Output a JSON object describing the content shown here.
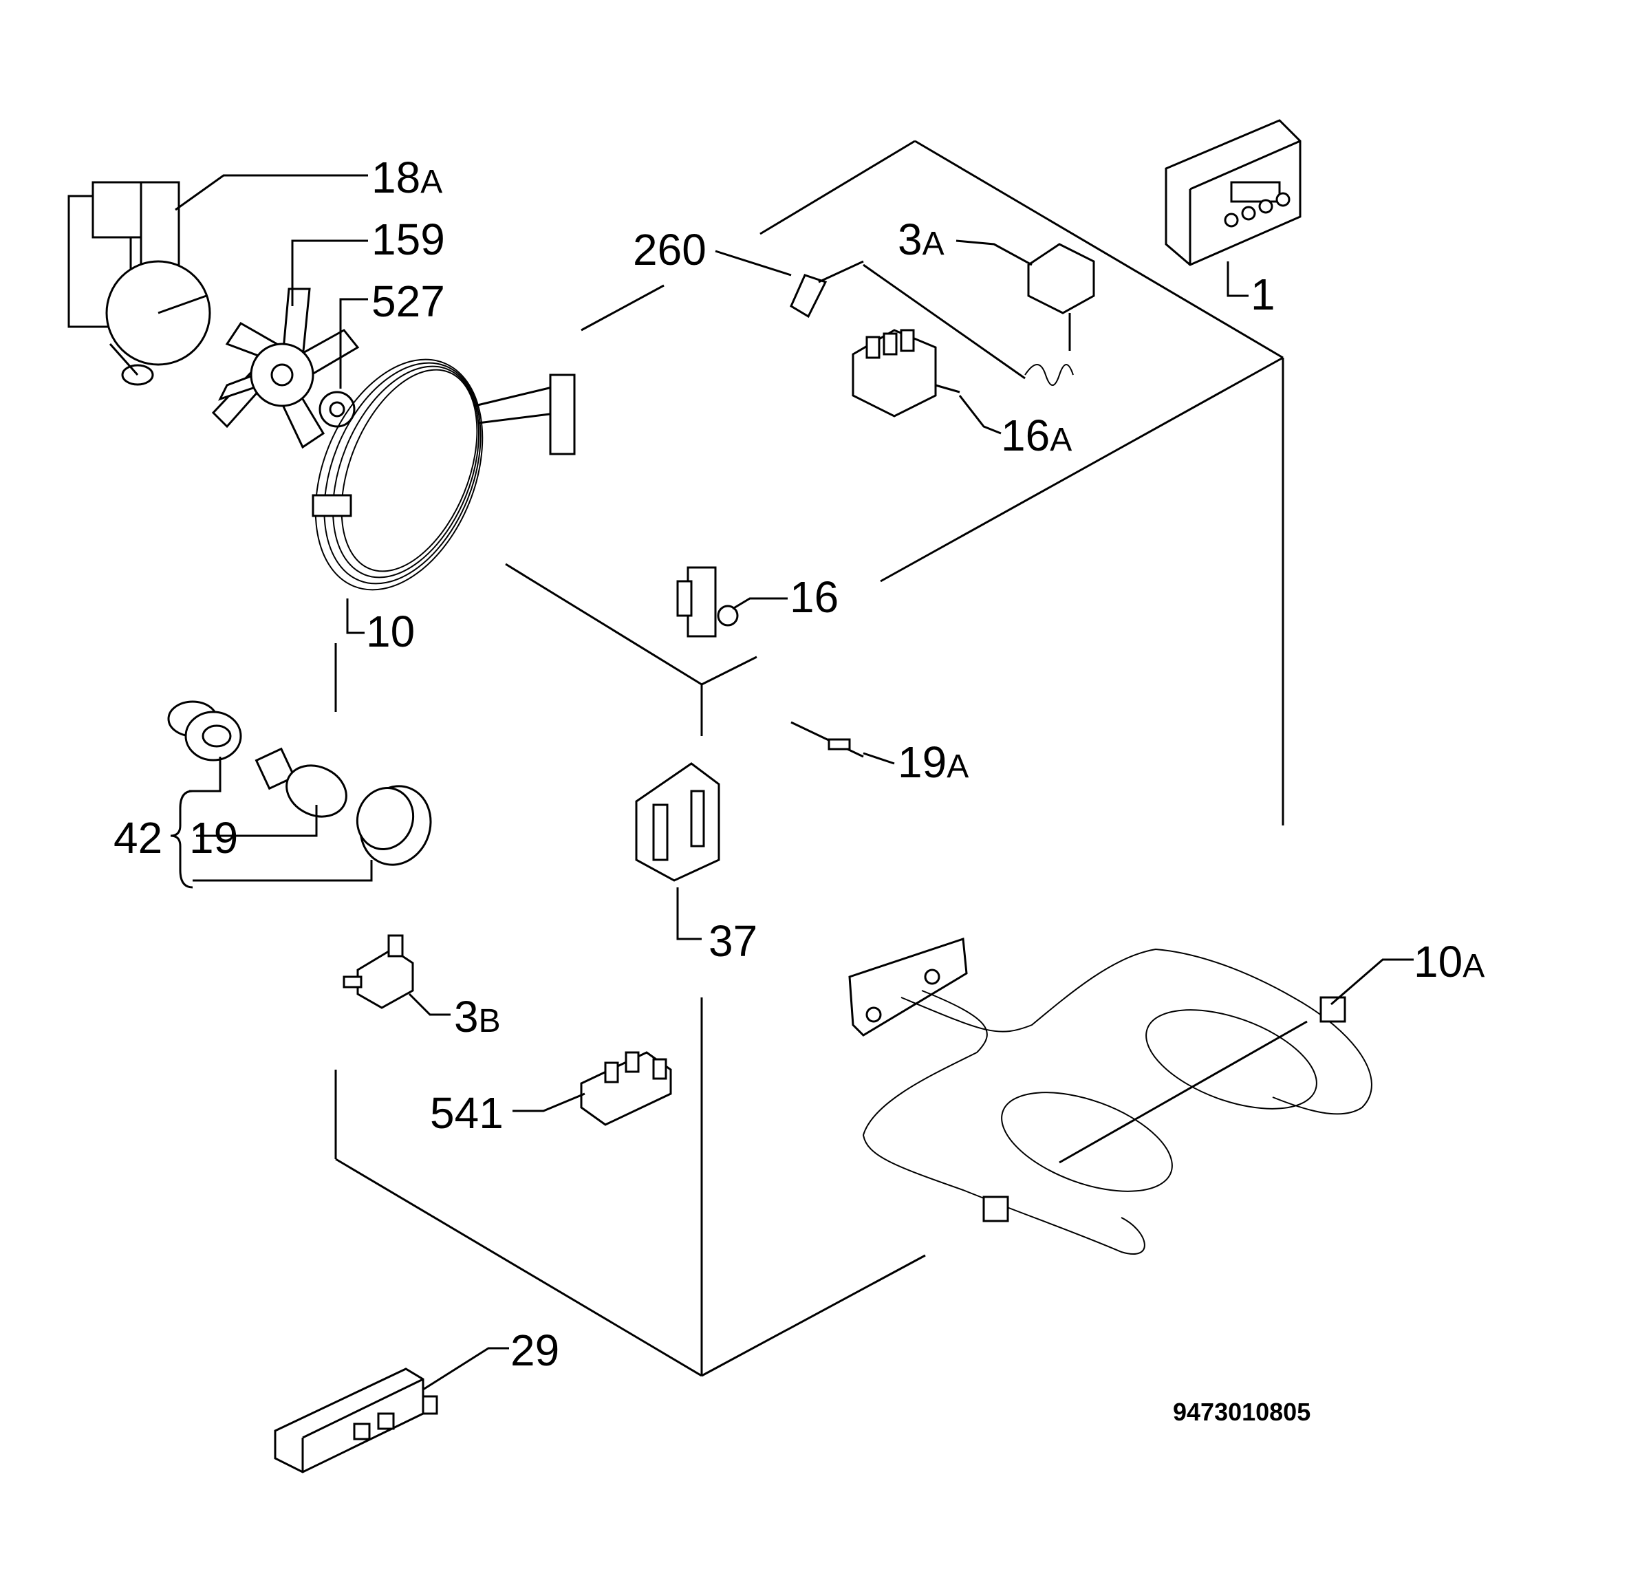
{
  "drawing_code": "9473010805",
  "parts": [
    {
      "id": "p18a",
      "num": "18",
      "suffix": "A"
    },
    {
      "id": "p159",
      "num": "159",
      "suffix": ""
    },
    {
      "id": "p527",
      "num": "527",
      "suffix": ""
    },
    {
      "id": "p260",
      "num": "260",
      "suffix": ""
    },
    {
      "id": "p3a",
      "num": "3",
      "suffix": "A"
    },
    {
      "id": "p1",
      "num": "1",
      "suffix": ""
    },
    {
      "id": "p16a",
      "num": "16",
      "suffix": "A"
    },
    {
      "id": "p10",
      "num": "10",
      "suffix": ""
    },
    {
      "id": "p16",
      "num": "16",
      "suffix": ""
    },
    {
      "id": "p19a",
      "num": "19",
      "suffix": "A"
    },
    {
      "id": "p42",
      "num": "42",
      "suffix": ""
    },
    {
      "id": "p19",
      "num": "19",
      "suffix": ""
    },
    {
      "id": "p37",
      "num": "37",
      "suffix": ""
    },
    {
      "id": "p10a",
      "num": "10",
      "suffix": "A"
    },
    {
      "id": "p3b",
      "num": "3",
      "suffix": "B"
    },
    {
      "id": "p541",
      "num": "541",
      "suffix": ""
    },
    {
      "id": "p29",
      "num": "29",
      "suffix": ""
    }
  ]
}
